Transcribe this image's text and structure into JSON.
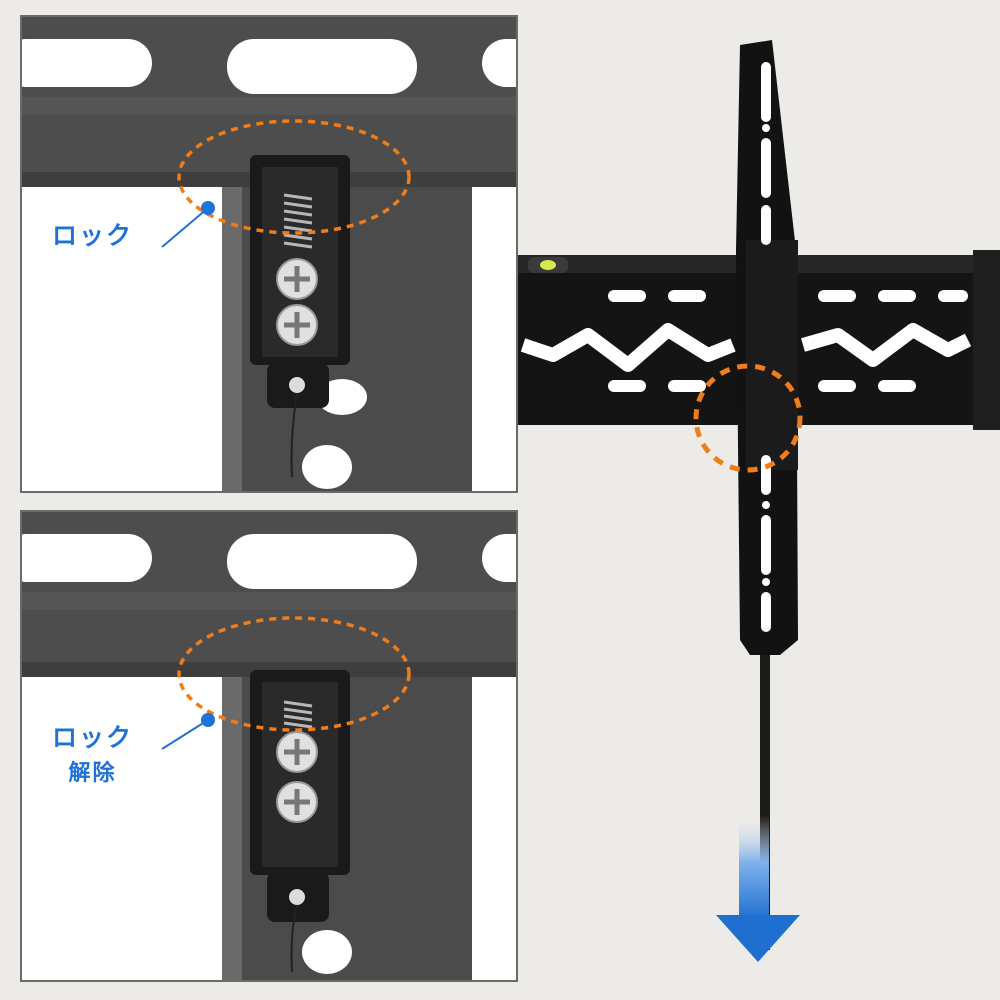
{
  "callouts": {
    "lock": "ロック",
    "unlock_line1": "ロック",
    "unlock_line2": "解除"
  },
  "colors": {
    "callout_blue": "#1f72d6",
    "highlight_orange": "#f07d1a",
    "arrow_blue": "#3a87e0",
    "metal_dark": "#4a4a4a",
    "mount_black": "#141414"
  },
  "icons": {
    "direction": "arrow-down-icon",
    "highlight": "dashed-ellipse-icon"
  }
}
